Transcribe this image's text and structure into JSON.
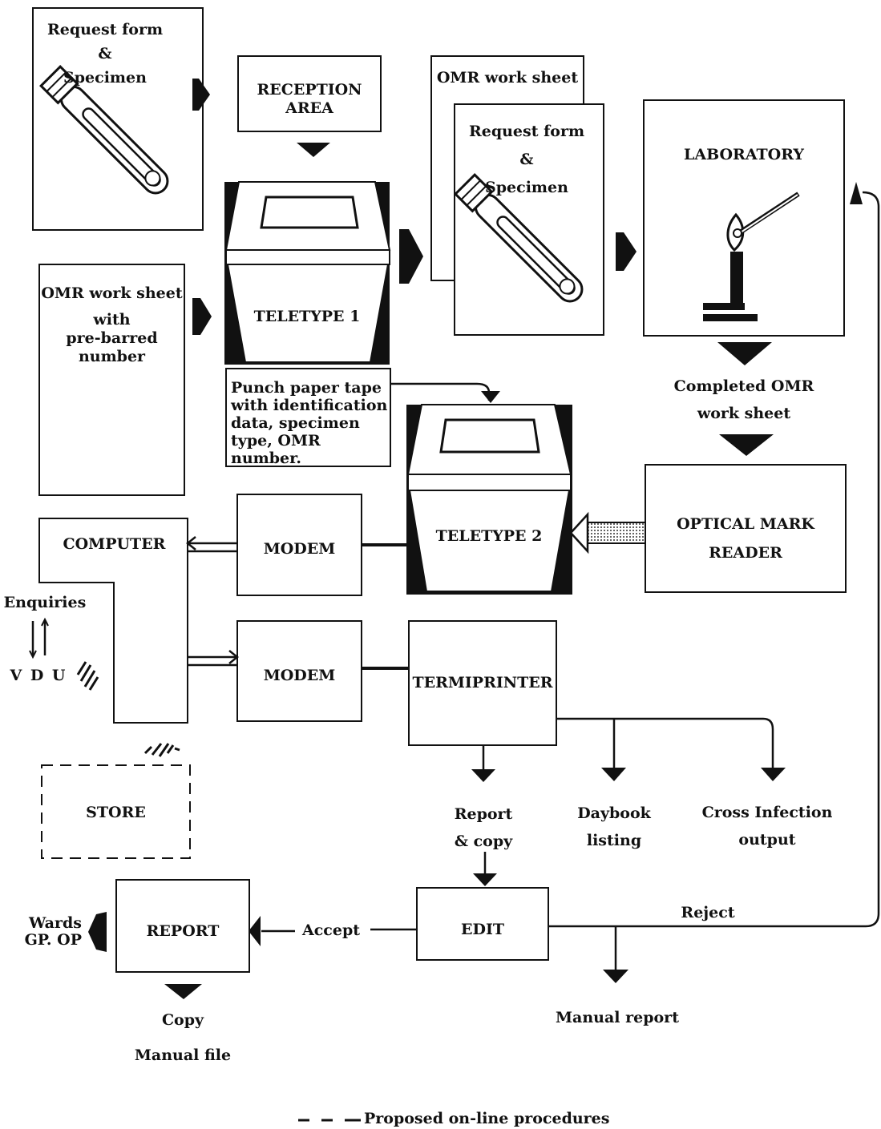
{
  "request1": {
    "line1": "Request form",
    "line2": "&",
    "line3": "Specimen"
  },
  "reception": {
    "line1": "RECEPTION",
    "line2": "AREA"
  },
  "omr_sheet_left": {
    "line1": "OMR work sheet",
    "line2": "with",
    "line3": "pre-barred",
    "line4": "number"
  },
  "teletype1": {
    "label": "TELETYPE 1"
  },
  "punch_tape": {
    "line1": "Punch paper tape",
    "line2": "with identification",
    "line3": "data, specimen",
    "line4": "type, OMR number."
  },
  "omr_sheet_back": {
    "label": "OMR work sheet"
  },
  "request2": {
    "line1": "Request form",
    "line2": "&",
    "line3": "Specimen"
  },
  "laboratory": {
    "label": "LABORATORY"
  },
  "completed_omr": {
    "line1": "Completed OMR",
    "line2": "work sheet"
  },
  "teletype2": {
    "label": "TELETYPE 2"
  },
  "optical_reader": {
    "line1": "OPTICAL MARK",
    "line2": "READER"
  },
  "computer": {
    "label": "COMPUTER"
  },
  "modem1": {
    "label": "MODEM"
  },
  "modem2": {
    "label": "MODEM"
  },
  "enquiries": {
    "label": "Enquiries"
  },
  "vdu": {
    "label": "V D U"
  },
  "termiprinter": {
    "label": "TERMIPRINTER"
  },
  "store": {
    "label": "STORE"
  },
  "outputs": {
    "report_copy": {
      "line1": "Report",
      "line2": "& copy"
    },
    "daybook": {
      "line1": "Daybook",
      "line2": "listing"
    },
    "cross_infection": {
      "line1": "Cross Infection",
      "line2": "output"
    }
  },
  "edit": {
    "label": "EDIT"
  },
  "report": {
    "label": "REPORT"
  },
  "accept": {
    "label": "Accept"
  },
  "reject": {
    "label": "Reject"
  },
  "wards": {
    "line1": "Wards",
    "line2": "GP. OP"
  },
  "manual_report": {
    "label": "Manual report"
  },
  "copy": {
    "label": "Copy"
  },
  "manual_file": {
    "label": "Manual file"
  },
  "legend": {
    "label": "Proposed on-line procedures"
  }
}
